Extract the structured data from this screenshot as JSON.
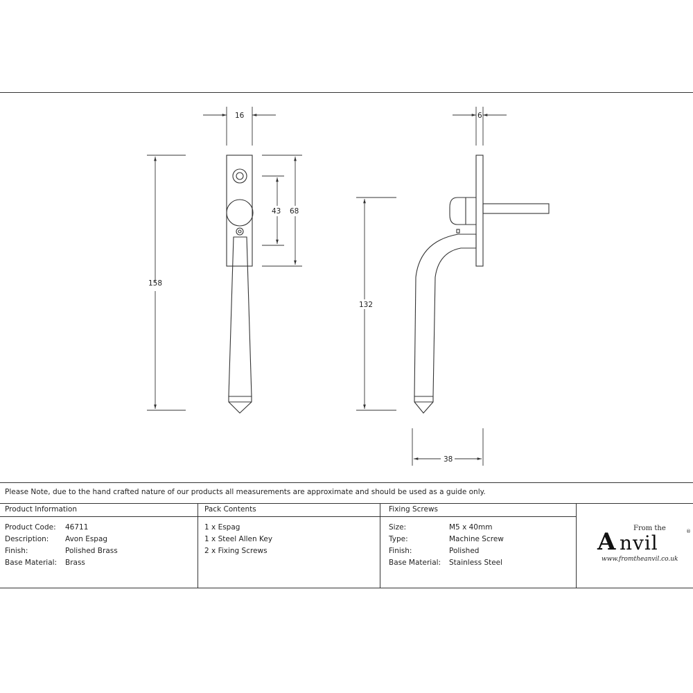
{
  "dimensions": {
    "front_width": "16",
    "front_height": "158",
    "hole_spacing": "43",
    "plate_height": "68",
    "side_thickness": "6",
    "side_height": "132",
    "projection": "38"
  },
  "note": "Please Note, due to the hand crafted nature of our products all measurements are approximate and should be used as a guide only.",
  "product_information": {
    "header": "Product Information",
    "rows": [
      {
        "label": "Product Code:",
        "value": "46711"
      },
      {
        "label": "Description:",
        "value": "Avon Espag"
      },
      {
        "label": "Finish:",
        "value": "Polished Brass"
      },
      {
        "label": "Base Material:",
        "value": "Brass"
      }
    ]
  },
  "pack_contents": {
    "header": "Pack Contents",
    "items": [
      "1 x Espag",
      "1 x Steel Allen Key",
      "2 x Fixing Screws"
    ]
  },
  "fixing_screws": {
    "header": "Fixing Screws",
    "rows": [
      {
        "label": "Size:",
        "value": "M5 x 40mm"
      },
      {
        "label": "Type:",
        "value": "Machine Screw"
      },
      {
        "label": "Finish:",
        "value": "Polished"
      },
      {
        "label": "Base Material:",
        "value": "Stainless Steel"
      }
    ]
  },
  "logo": {
    "from_text": "From the",
    "letter_a": "A",
    "rest": "nvil",
    "registered": "®",
    "url": "www.fromtheanvil.co.uk"
  }
}
